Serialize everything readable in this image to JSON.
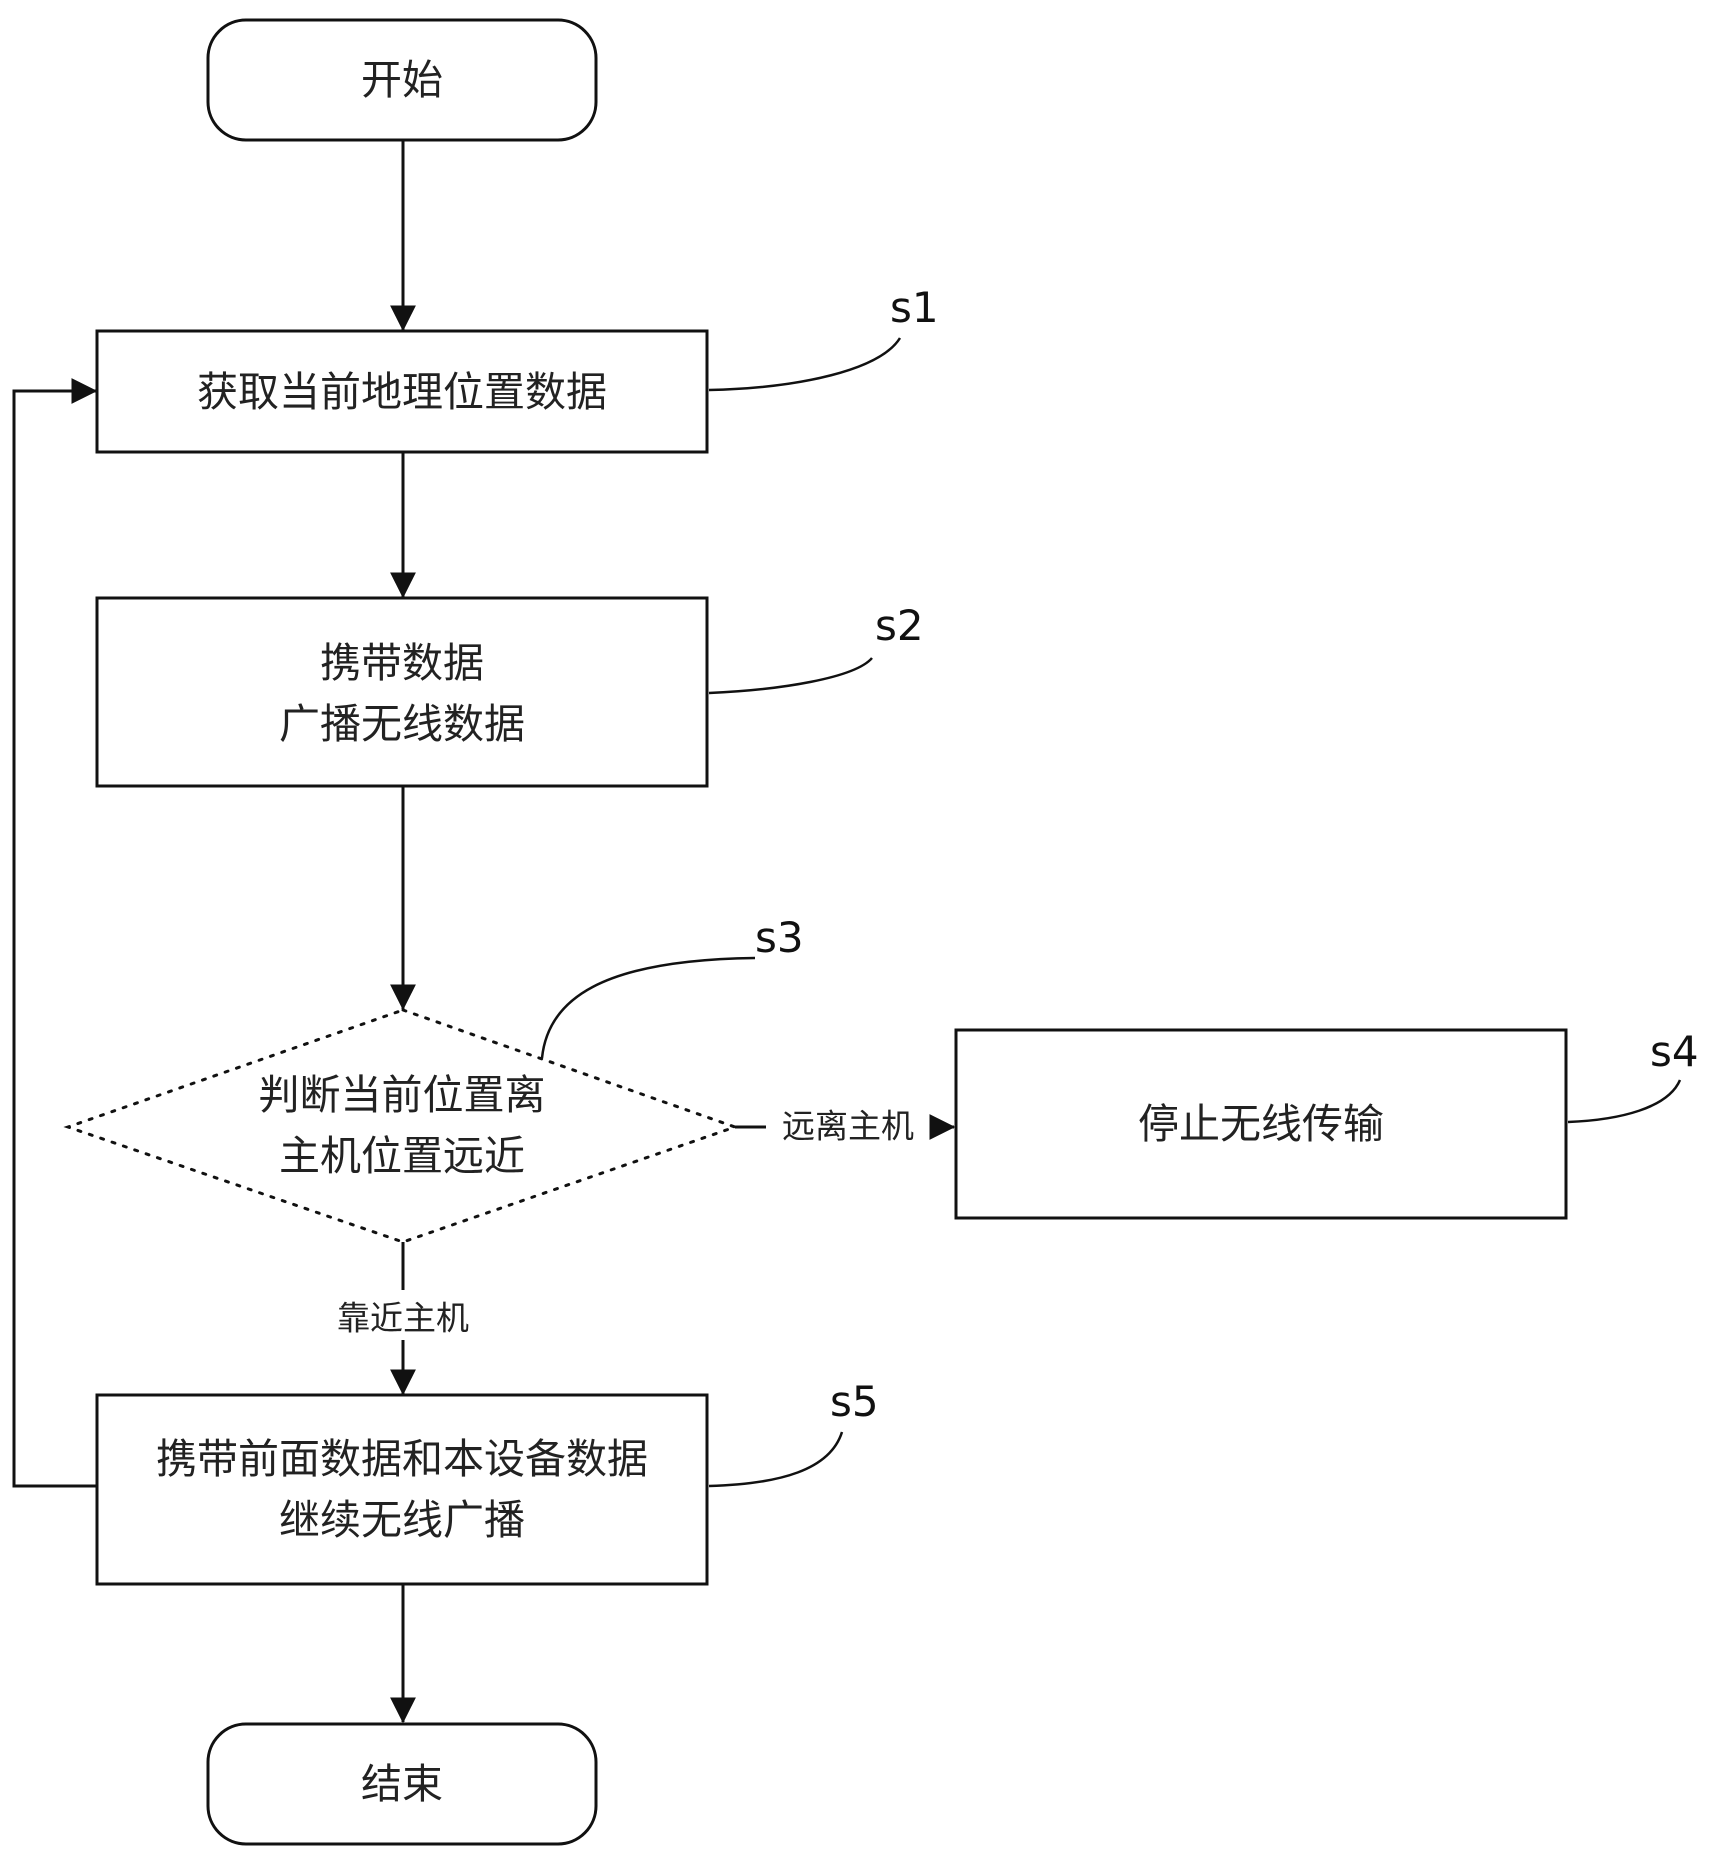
{
  "nodes": {
    "start": "开始",
    "s1_box": "获取当前地理位置数据",
    "s2_box": {
      "line1": "携带数据",
      "line2": "广播无线数据"
    },
    "s3_decision": {
      "line1": "判断当前位置离",
      "line2": "主机位置远近"
    },
    "s4_box": "停止无线传输",
    "s5_box": {
      "line1": "携带前面数据和本设备数据",
      "line2": "继续无线广播"
    },
    "end": "结束"
  },
  "edges": {
    "far_label": "远离主机",
    "near_label": "靠近主机"
  },
  "step_labels": {
    "s1": "s1",
    "s2": "s2",
    "s3": "s3",
    "s4": "s4",
    "s5": "s5"
  }
}
